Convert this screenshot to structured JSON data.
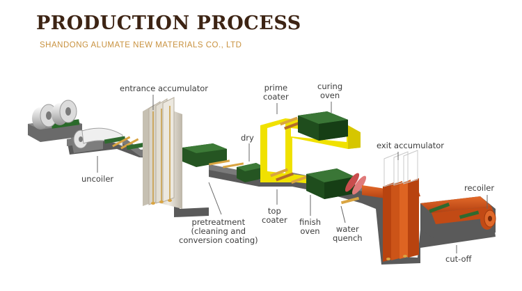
{
  "header": {
    "title": "PRODUCTION PROCESS",
    "company": "SHANDONG ALUMATE NEW MATERIALS CO., LTD"
  },
  "labels": {
    "entrance_accumulator": "entrance accumulator",
    "prime_coater": [
      "prime",
      "coater"
    ],
    "curing_oven": [
      "curing",
      "oven"
    ],
    "dry": "dry",
    "exit_accumulator": "exit accumulator",
    "uncoiler": "uncoiler",
    "recoiler": "recoiler",
    "pretreatment": [
      "pretreatment",
      "(cleaning and",
      "conversion coating)"
    ],
    "top_coater": [
      "top",
      "coater"
    ],
    "finish_oven": [
      "finish",
      "oven"
    ],
    "water_quench": [
      "water",
      "quench"
    ],
    "cut_off": "cut-off"
  },
  "colors": {
    "title": "#3d2414",
    "subtitle": "#c8913e",
    "label": "#3c3c3c",
    "strip": "#5a5a5a",
    "oven_green": "#2d5a2b",
    "coater_yellow": "#f0e100",
    "painted_orange": "#d2501a",
    "accumulator": "#d9d4c8"
  }
}
